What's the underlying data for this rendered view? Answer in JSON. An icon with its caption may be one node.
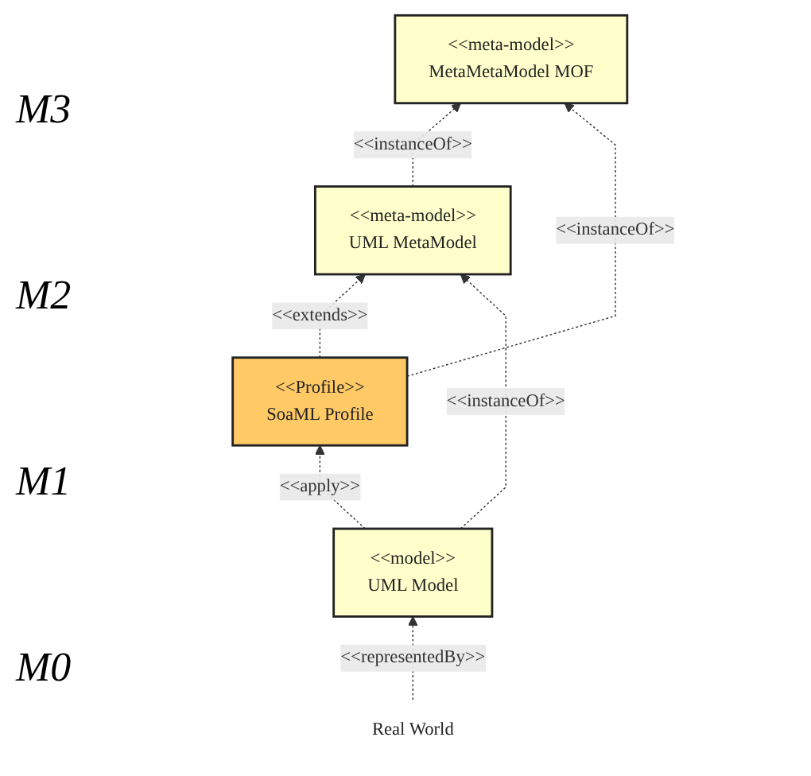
{
  "diagram": {
    "nodes": [
      {
        "text": [
          "<<meta-model>>",
          "MetaMetaModel MOF"
        ]
      },
      {
        "text": [
          "<<meta-model>>",
          "UML MetaModel"
        ]
      },
      {
        "text": [
          "<<Profile>>",
          "SoaML Profile"
        ]
      },
      {
        "text": [
          "<<model>>",
          "UML Model"
        ]
      },
      {
        "text": [
          "Real World"
        ]
      }
    ],
    "edges": [
      {
        "from": 1,
        "to": 0,
        "arrow": "to",
        "label": "<<instanceOf>>",
        "style": "dashed"
      },
      {
        "from": 2,
        "to": 0,
        "arrow": "to",
        "label": "<<instanceOf>>",
        "style": "dashed"
      },
      {
        "from": 2,
        "to": 1,
        "arrow": "to",
        "label": "<<extends>>",
        "style": "dashed"
      },
      {
        "from": 3,
        "to": 1,
        "arrow": "to",
        "label": "<<instanceOf>>",
        "style": "dashed"
      },
      {
        "from": 3,
        "to": 2,
        "arrow": "to",
        "label": "<<apply>>",
        "style": "dashed"
      },
      {
        "from": 4,
        "to": 3,
        "arrow": "to",
        "label": "<<representedBy>>",
        "style": "dashed"
      }
    ],
    "labels": [
      "M3",
      "M2",
      "M1",
      "M0"
    ]
  }
}
